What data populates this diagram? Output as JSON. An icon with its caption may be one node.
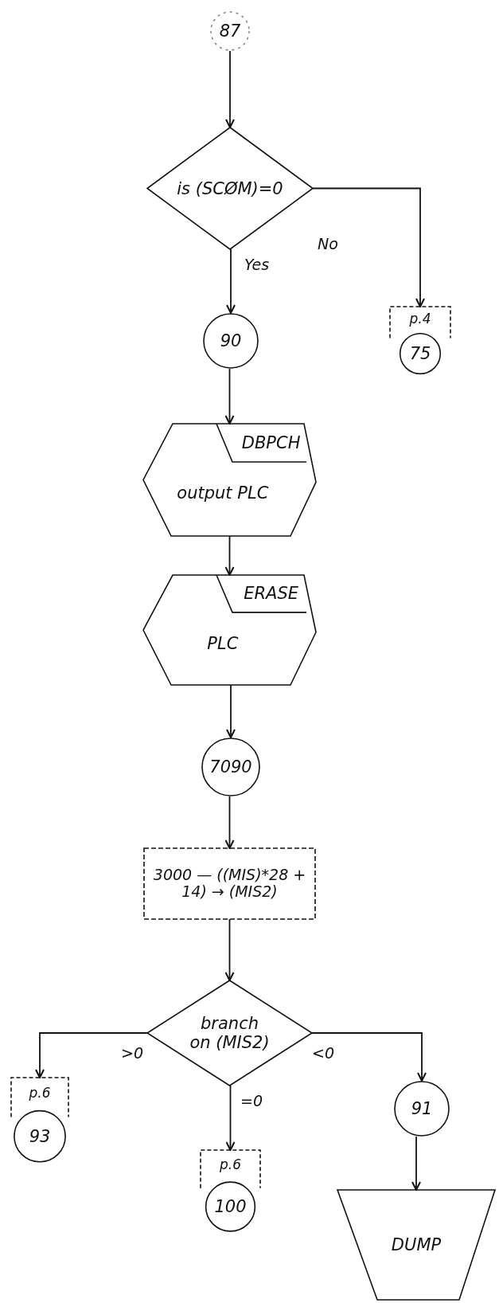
{
  "diagram": {
    "nodes": [
      {
        "text": [
          "87"
        ]
      },
      {
        "text": [
          "is (SCØM)=0"
        ]
      },
      {
        "text": [
          "90"
        ]
      },
      {
        "text": [
          "p.4",
          "75"
        ]
      },
      {
        "text": [
          "DBPCH",
          "output PLC"
        ]
      },
      {
        "text": [
          "ERASE",
          "PLC"
        ]
      },
      {
        "text": [
          "7090"
        ]
      },
      {
        "text": [
          "3000 — ((MIS)*28 + 14) → (MIS2)"
        ]
      },
      {
        "text": [
          "branch on (MIS2)"
        ]
      },
      {
        "text": [
          "p.6",
          "93"
        ]
      },
      {
        "text": [
          "p.6",
          "100"
        ]
      },
      {
        "text": [
          "91"
        ]
      },
      {
        "text": [
          "DUMP"
        ]
      }
    ],
    "edges": [
      {
        "from": 0,
        "to": 1,
        "arrow": "to"
      },
      {
        "from": 1,
        "to": 2,
        "arrow": "to",
        "label": "Yes"
      },
      {
        "from": 1,
        "to": 3,
        "arrow": "to",
        "label": "No"
      },
      {
        "from": 2,
        "to": 4,
        "arrow": "to"
      },
      {
        "from": 4,
        "to": 5,
        "arrow": "to"
      },
      {
        "from": 5,
        "to": 6,
        "arrow": "to"
      },
      {
        "from": 6,
        "to": 7,
        "arrow": "to"
      },
      {
        "from": 7,
        "to": 8,
        "arrow": "to"
      },
      {
        "from": 8,
        "to": 9,
        "arrow": "to",
        "label": ">0"
      },
      {
        "from": 8,
        "to": 10,
        "arrow": "to",
        "label": "=0"
      },
      {
        "from": 8,
        "to": 11,
        "arrow": "to",
        "label": "<0"
      },
      {
        "from": 11,
        "to": 12,
        "arrow": "to"
      }
    ]
  }
}
